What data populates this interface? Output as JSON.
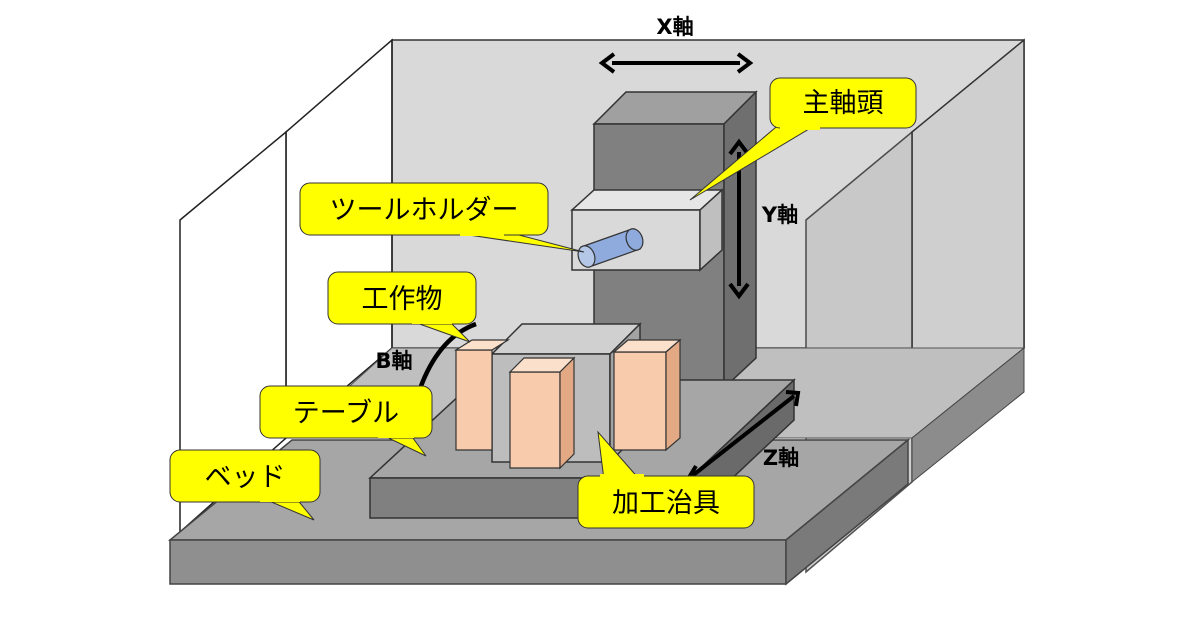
{
  "axes": {
    "x": "X軸",
    "y": "Y軸",
    "z": "Z軸",
    "b": "B軸"
  },
  "callouts": {
    "spindle_head": "主軸頭",
    "tool_holder": "ツールホルダー",
    "workpiece": "工作物",
    "table": "テーブル",
    "bed": "ベッド",
    "fixture": "加工治具"
  },
  "colors": {
    "callout_fill": "#ffff00",
    "workpiece_fill": "#f8cbad",
    "tool_fill": "#8faadc",
    "enclosure_fill": "#d9d9d9",
    "machine_gray": "#808080"
  }
}
